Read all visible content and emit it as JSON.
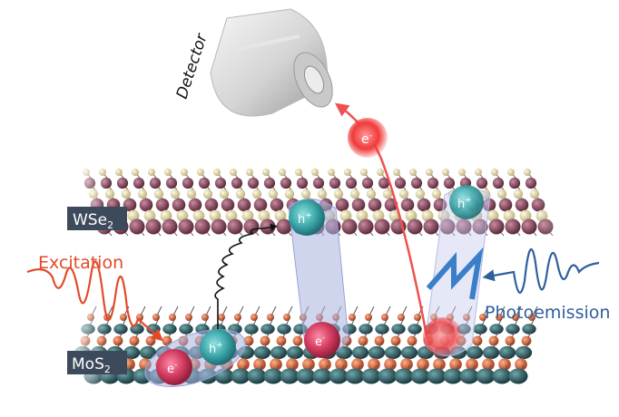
{
  "labels": {
    "detector": "Detector",
    "excitation": "Excitation",
    "photoemission": "Photoemission",
    "wse2_main": "WSe",
    "wse2_sub": "2",
    "mos2_main": "MoS",
    "mos2_sub": "2"
  },
  "particles": {
    "electron": "e",
    "hole": "h",
    "minus": "-",
    "plus": "+"
  },
  "colors": {
    "excitation": "#e24a2a",
    "photoemission": "#2f5f9e",
    "electron": "#d23a5e",
    "hole": "#3aa5a8",
    "free_electron": "#f03a3a",
    "wse2_atom": "#e9e1b8",
    "wse2_metal": "#8a4e62",
    "mos2_s": "#d9693a",
    "mos2_metal": "#2c5e63",
    "label_box": "#3d4a5c",
    "exciton_band": "#aab3e0"
  },
  "icons": {
    "detector": "detector-cylinder-icon",
    "phonon": "wavy-arrow-icon",
    "transfer": "zigzag-arrow-icon"
  }
}
